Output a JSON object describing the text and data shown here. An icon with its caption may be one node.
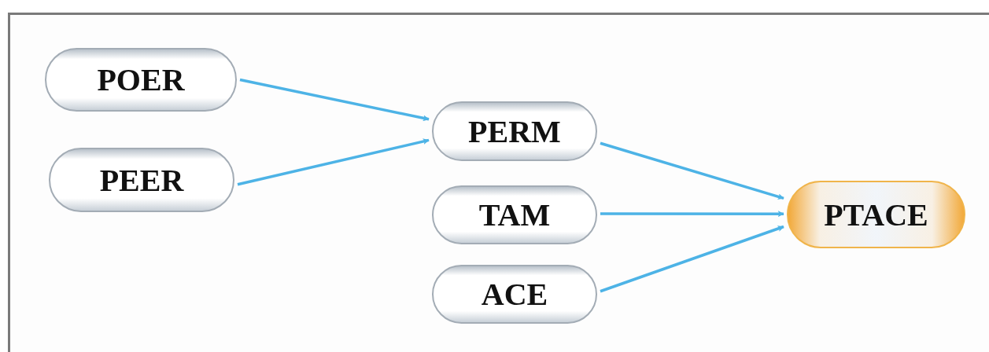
{
  "diagram": {
    "nodes": [
      {
        "text": [
          "POER"
        ]
      },
      {
        "text": [
          "PEER"
        ]
      },
      {
        "text": [
          "PERM"
        ]
      },
      {
        "text": [
          "TAM"
        ]
      },
      {
        "text": [
          "ACE"
        ]
      },
      {
        "text": [
          "PTACE"
        ]
      }
    ],
    "edges": [
      {
        "from": 0,
        "to": 2,
        "arrow": "to"
      },
      {
        "from": 1,
        "to": 2,
        "arrow": "to"
      },
      {
        "from": 2,
        "to": 5,
        "arrow": "to"
      },
      {
        "from": 3,
        "to": 5,
        "arrow": "to"
      },
      {
        "from": 4,
        "to": 5,
        "arrow": "to"
      }
    ]
  }
}
